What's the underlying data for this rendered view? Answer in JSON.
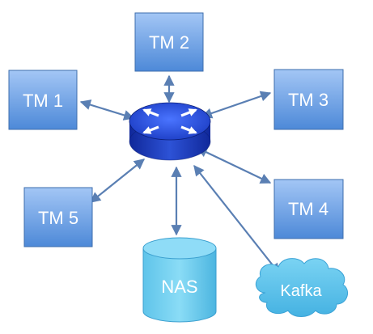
{
  "nodes": {
    "tm1": "TM 1",
    "tm2": "TM 2",
    "tm3": "TM 3",
    "tm4": "TM 4",
    "tm5": "TM 5",
    "nas": "NAS",
    "kafka": "Kafka"
  },
  "hub": {
    "icon": "router-icon"
  },
  "colors": {
    "box_top": "#97bdf2",
    "box_bottom": "#4a86d6",
    "box_border": "#3e6ead",
    "edge": "#5a7fb3",
    "router_body": "#1f3fbf",
    "node_text": "#ffffff"
  }
}
